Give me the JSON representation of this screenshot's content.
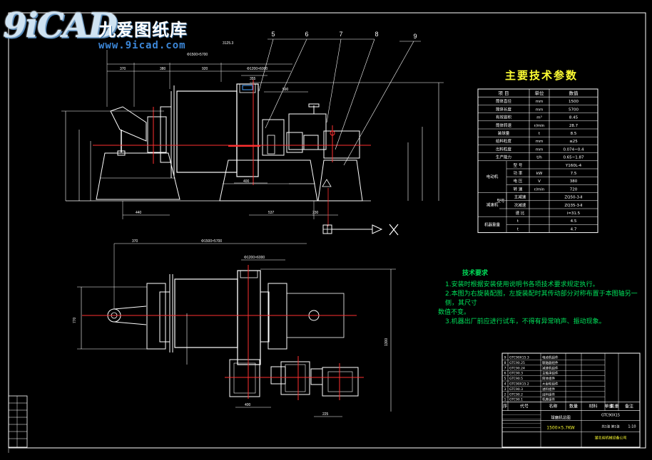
{
  "logo": {
    "mark": "9iCAD",
    "brand": "九爱图纸库",
    "site": "www.9icad.com"
  },
  "balloons": [
    "5",
    "6",
    "7",
    "8",
    "9"
  ],
  "dimensions": {
    "top_overall": "3125.3",
    "shell": "Φ1500×5700",
    "small": "Φ1200×6000",
    "d370": "370",
    "d380": "380",
    "d920": "920",
    "d355": "355",
    "d590": "590",
    "d400": "400",
    "d440": "440",
    "d537": "537",
    "d230": "230",
    "plan_370": "370",
    "plan_top": "Φ1500×5700",
    "plan_small": "Φ1200×6000",
    "plan_v1": "770",
    "plan_v2": "1300",
    "plan_b1": "400",
    "plan_b2": "225"
  },
  "tech_table": {
    "title": "主要技术参数",
    "headers": [
      "项 目",
      "单位",
      "数值"
    ],
    "rows": [
      [
        "筒体直径",
        "mm",
        "1500"
      ],
      [
        "筒体长度",
        "mm",
        "5700"
      ],
      [
        "有效容积",
        "m³",
        "8.45"
      ],
      [
        "筒体转速",
        "r/min",
        "28.7"
      ],
      [
        "装球量",
        "t",
        "8.5"
      ],
      [
        "给料粒度",
        "mm",
        "≤25"
      ],
      [
        "出料粒度",
        "mm",
        "0.074~0.4"
      ],
      [
        "生产能力",
        "t/h",
        "0.65~1.87"
      ]
    ],
    "group_motor": "电动机",
    "motor_rows": [
      [
        "型 号",
        "",
        "Y160L-4"
      ],
      [
        "功 率",
        "kW",
        "7.5"
      ],
      [
        "电 压",
        "V",
        "380"
      ],
      [
        "转 速",
        "r/min",
        "720"
      ]
    ],
    "group_reducer": "减速机",
    "reducer_label": "型号",
    "reducer_rows": [
      [
        "主减速",
        "",
        "ZQ50-3-Ⅱ"
      ],
      [
        "次减速",
        "",
        "ZQ35-3-Ⅱ"
      ],
      [
        "速 比",
        "",
        "i=31.5"
      ]
    ],
    "weight_label": "机器重量",
    "weight_rows": [
      [
        "t",
        "4.5"
      ],
      [
        "t",
        "4.7"
      ]
    ]
  },
  "notes": {
    "title": "技术要求",
    "items": [
      "1.安装时根据安装使用说明书各项技术要求规定执行。",
      "2.本图为右旋装配图，左旋装配时其传动部分对称布置于本图轴另一侧，其尺寸",
      "数值不变。",
      "3.机器出厂前应进行试车，不得有异常响声、振动现象。"
    ]
  },
  "title_block": {
    "parts": [
      [
        "9",
        "GTC90X15.3",
        "电动机组件"
      ],
      [
        "8",
        "GTC90.25",
        "联轴器组件"
      ],
      [
        "7",
        "GTC90.24",
        "减速机组件"
      ],
      [
        "6",
        "GTC90.3",
        "主轴承组件"
      ],
      [
        "5",
        "GTC90.5",
        "筒体组件"
      ],
      [
        "4",
        "GTC90X15.2",
        "大齿轮组件"
      ],
      [
        "3",
        "GTC90.3",
        "进料组件"
      ],
      [
        "2",
        "GTC90.2",
        "出料组件"
      ],
      [
        "1",
        "GTC90.1",
        "机座组件"
      ]
    ],
    "header_cols": [
      "序",
      "代号",
      "名称",
      "数量",
      "材料",
      "单重",
      "总重",
      "备注"
    ],
    "drawing_no": "GTC90X15",
    "drawing_name": "球磨机总图",
    "spec": "1500×5.7KW",
    "company": "湖北省机械设备公司",
    "scale": "1:10",
    "sheet": "共1张 第1张"
  }
}
